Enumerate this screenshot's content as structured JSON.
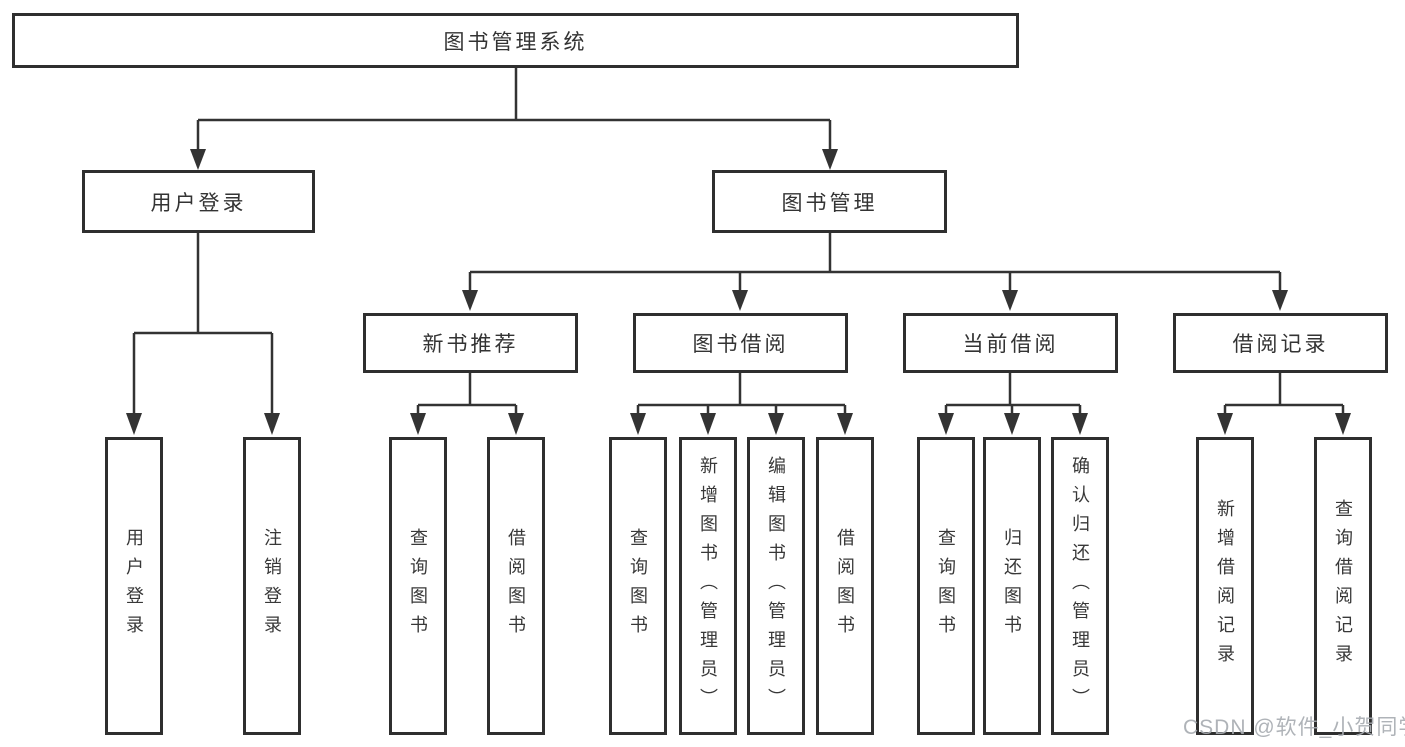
{
  "diagram": {
    "title_note": "library management system function structure diagram",
    "root": {
      "label": "图书管理系统"
    },
    "level2": [
      {
        "label": "用户登录"
      },
      {
        "label": "图书管理"
      }
    ],
    "level3": [
      {
        "label": "新书推荐"
      },
      {
        "label": "图书借阅"
      },
      {
        "label": "当前借阅"
      },
      {
        "label": "借阅记录"
      }
    ],
    "groups": {
      "user_login": {
        "parent": "用户登录",
        "children": [
          "用户登录",
          "注销登录"
        ]
      },
      "new_book": {
        "parent": "新书推荐",
        "children": [
          "查询图书",
          "借阅图书"
        ]
      },
      "book_borrow": {
        "parent": "图书借阅",
        "children": [
          "查询图书",
          "新增图书（管理员）",
          "编辑图书（管理员）",
          "借阅图书"
        ]
      },
      "current": {
        "parent": "当前借阅",
        "children": [
          "查询图书",
          "归还图书",
          "确认归还（管理员）"
        ]
      },
      "records": {
        "parent": "借阅记录",
        "children": [
          "新增借阅记录",
          "查询借阅记录"
        ]
      }
    },
    "watermark": "CSDN @软件_小贺同学",
    "colors": {
      "line": "#333333",
      "box_border": "#2f2f2f",
      "text": "#333333",
      "watermark": "#a8adb2",
      "background": "#ffffff"
    }
  }
}
